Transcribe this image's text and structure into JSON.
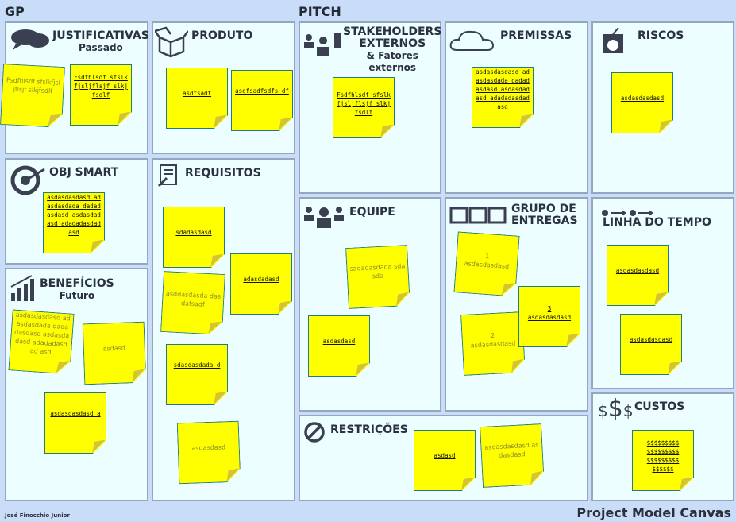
{
  "headers": {
    "gp": "GP",
    "pitch": "PITCH"
  },
  "panels": {
    "justificativas": {
      "title": "JUSTIFICATIVAS",
      "subtitle": "Passado"
    },
    "obj_smart": {
      "title": "OBJ SMART"
    },
    "beneficios": {
      "title": "BENEFÍCIOS",
      "subtitle": "Futuro"
    },
    "produto": {
      "title": "PRODUTO"
    },
    "requisitos": {
      "title": "REQUISITOS"
    },
    "stakeholders": {
      "title": "STAKEHOLDERS\nEXTERNOS",
      "subtitle": "& Fatores externos"
    },
    "equipe": {
      "title": "EQUIPE"
    },
    "restricoes": {
      "title": "RESTRIÇÕES"
    },
    "premissas": {
      "title": "PREMISSAS"
    },
    "grupo_entregas": {
      "title": "GRUPO DE\nENTREGAS"
    },
    "riscos": {
      "title": "RISCOS"
    },
    "linha_tempo": {
      "title": "LINHA DO TEMPO"
    },
    "custos": {
      "title": "CUSTOS"
    }
  },
  "stickies": [
    {
      "text": "Fsdfhlsdf sfslkfjsljflsjf slkjfsdlf"
    },
    {
      "text": "Fsdfhlsdf sfslkfjsljflsjf slkjfsdlf"
    },
    {
      "text": "asdasdasdasd adasdasdada dadadasdasd asdasdadasd adadadasdad asd"
    },
    {
      "text": "asdasdasdasd adasdasdada dadadasdasd asdasdadasd adadadasdad asd"
    },
    {
      "text": "asdasd"
    },
    {
      "text": "asdasdasdasd a"
    },
    {
      "text": "asdfsadf"
    },
    {
      "text": "asdfsadfsdfs df"
    },
    {
      "text": "sdadasdasd"
    },
    {
      "text": "adasdadasd"
    },
    {
      "text": "asddasdasda dasdafsadf"
    },
    {
      "text": "sdasdasdada d"
    },
    {
      "text": "asdasdasd"
    },
    {
      "text": "Fsdfhlsdf sfslkfjsljflsjf slkjfsdlf"
    },
    {
      "text": "asdasdasdasd adasdasdada dadadasdasd asdasdadasd adadadasdad asd"
    },
    {
      "text": "asdasdasdasd"
    },
    {
      "text": "sadadasdada sdasda"
    },
    {
      "text": "asdasdasd"
    },
    {
      "text": "1\nasdasdasdasd"
    },
    {
      "text": "2\nasdasdasdasd"
    },
    {
      "text": "3\nasdasdasdasd"
    },
    {
      "text": "asdasdasdasd"
    },
    {
      "text": "asdasdasdasd"
    },
    {
      "text": "asdasd"
    },
    {
      "text": "asdasdasdasd asdasdasd"
    },
    {
      "text": "$$$$$$$$$ $$$$$$$$$ $$$$$$$$$ $$$$$$"
    }
  ],
  "footer": {
    "author": "José Finocchio Junior",
    "brand": "Project Model Canvas"
  }
}
